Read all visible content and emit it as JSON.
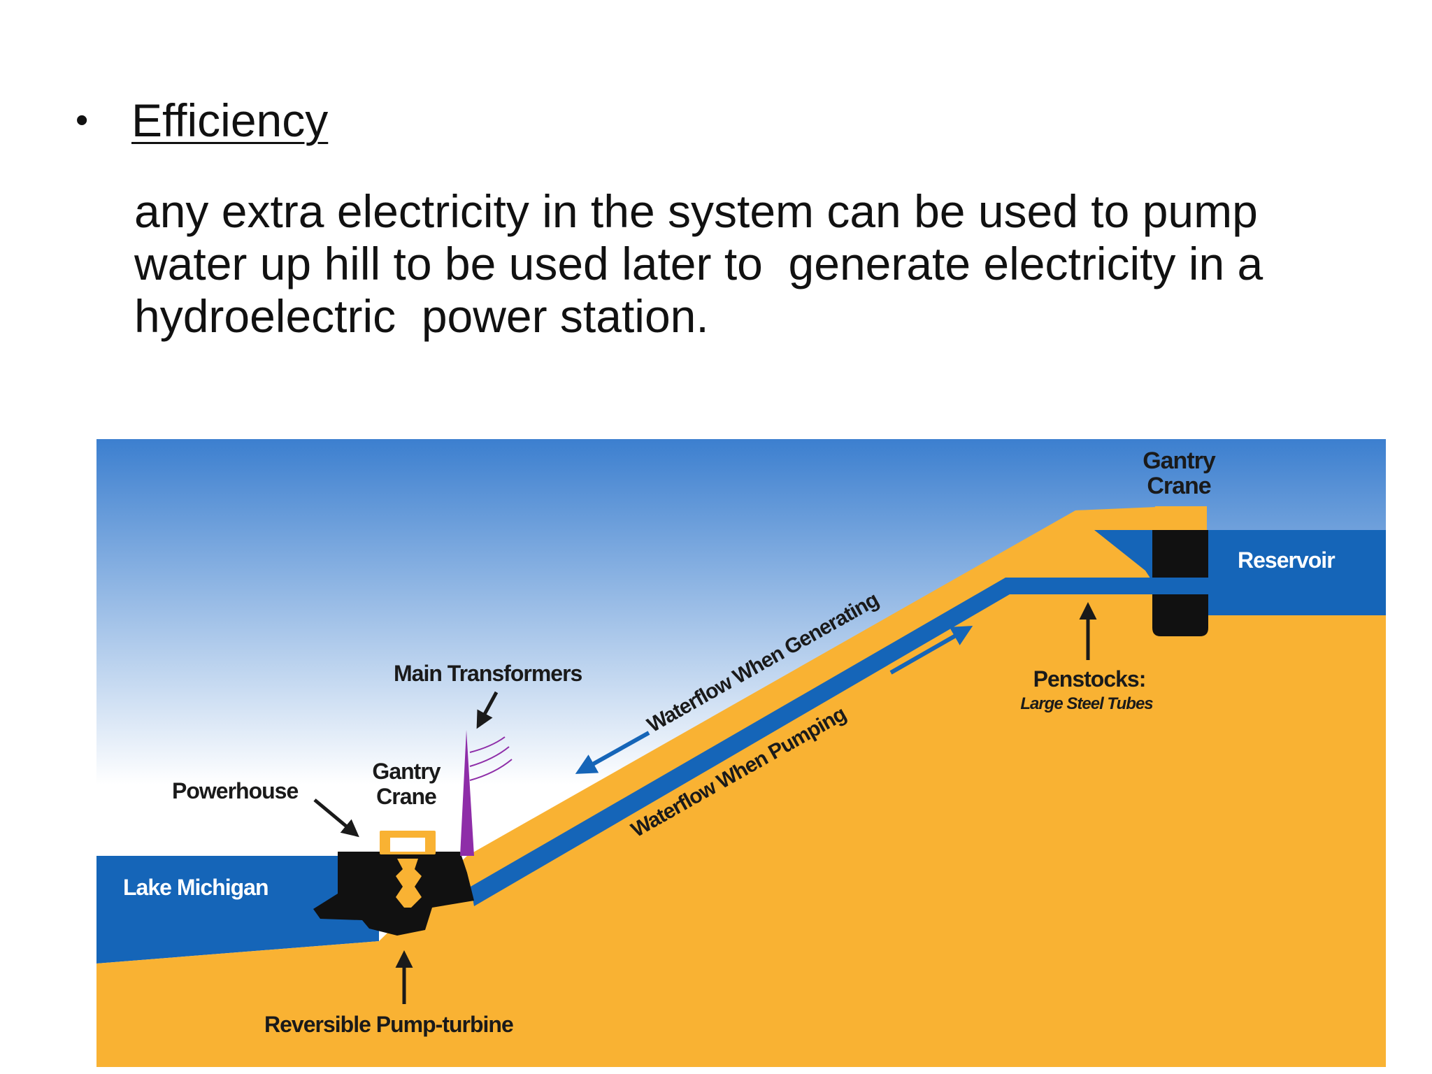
{
  "slide": {
    "bullet_symbol": "•",
    "heading": "Efficiency",
    "body_lines": [
      "any extra electricity in the system can be used to pump",
      "water up hill to be used later to  generate electricity in a",
      "hydroelectric  power station."
    ]
  },
  "diagram": {
    "labels": {
      "gantry_crane_top": [
        "Gantry",
        "Crane"
      ],
      "reservoir": "Reservoir",
      "penstocks": "Penstocks:",
      "penstocks_sub": "Large Steel Tubes",
      "main_transformers": "Main Transformers",
      "waterflow_generating": "Waterflow When Generating",
      "waterflow_pumping": "Waterflow When Pumping",
      "powerhouse": "Powerhouse",
      "gantry_crane_bottom": [
        "Gantry",
        "Crane"
      ],
      "lake": "Lake Michigan",
      "pump_turbine": "Reversible Pump-turbine"
    },
    "colors": {
      "ground": "#F9B233",
      "water": "#1565B8",
      "sky_top": "#3C7FCF",
      "sky_bottom": "#FFFFFF",
      "structure": "#111111",
      "transformer": "#8E2DA8"
    }
  }
}
